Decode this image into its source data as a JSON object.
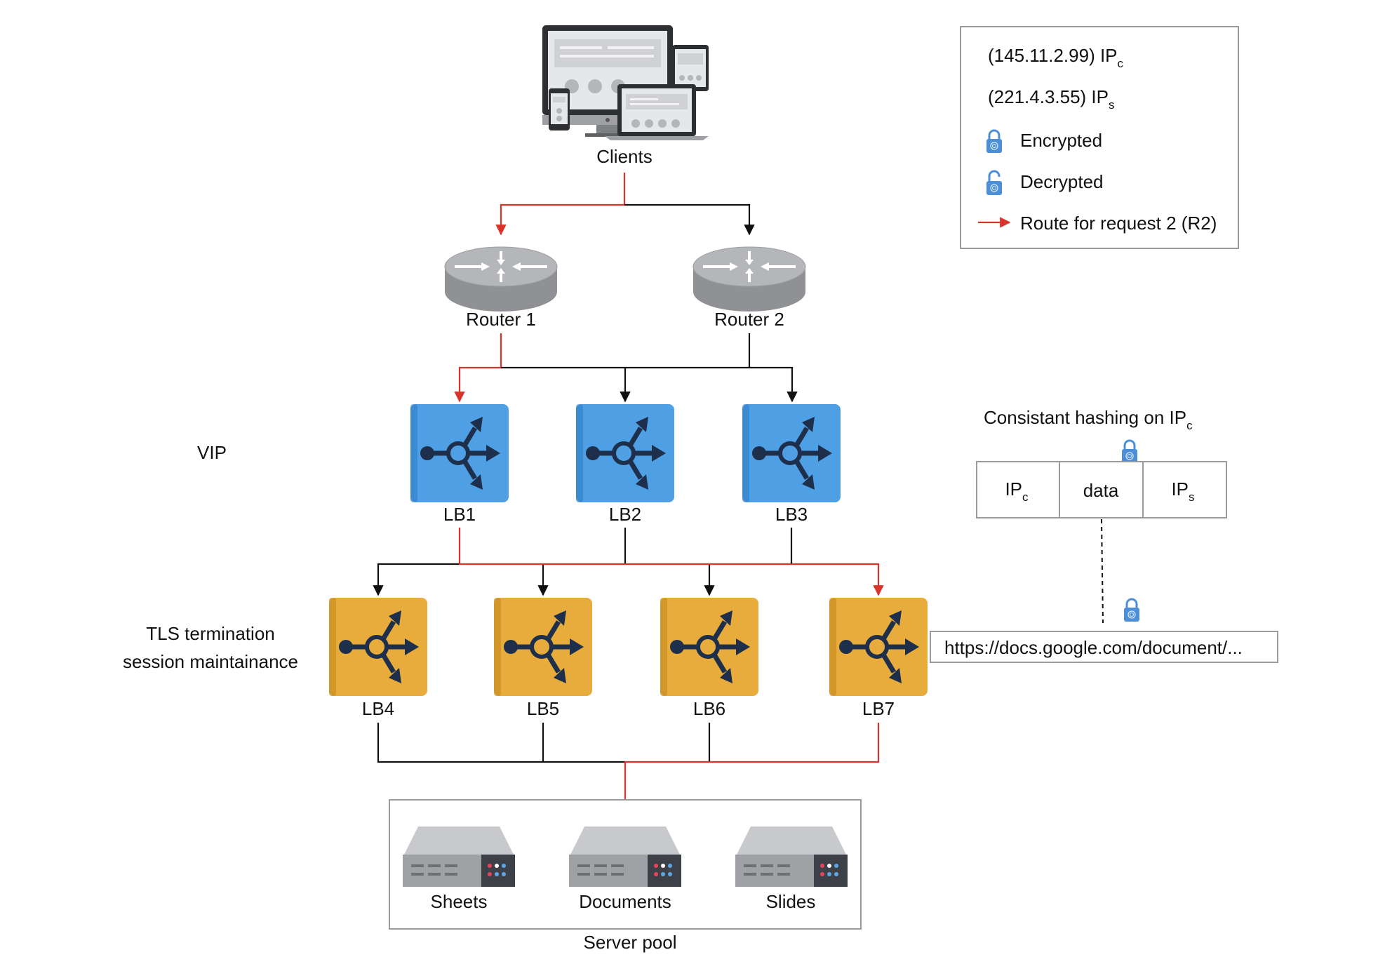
{
  "legend": {
    "ip_client_text": "(145.11.2.99) IP",
    "ip_client_sub": "c",
    "ip_server_text": "(221.4.3.55) IP",
    "ip_server_sub": "s",
    "encrypted": "Encrypted",
    "decrypted": "Decrypted",
    "route": "Route for request 2 (R2)"
  },
  "nodes": {
    "clients": "Clients",
    "router1": "Router 1",
    "router2": "Router 2",
    "lb1": "LB1",
    "lb2": "LB2",
    "lb3": "LB3",
    "lb4": "LB4",
    "lb5": "LB5",
    "lb6": "LB6",
    "lb7": "LB7",
    "sheets": "Sheets",
    "documents": "Documents",
    "slides": "Slides",
    "server_pool": "Server pool"
  },
  "side_labels": {
    "vip": "VIP",
    "tls_line1": "TLS termination",
    "tls_line2": "session maintainance"
  },
  "hashing": {
    "title_text": "Consistant hashing on IP",
    "title_sub": "c",
    "cell1_text": "IP",
    "cell1_sub": "c",
    "cell2_text": "data",
    "cell3_text": "IP",
    "cell3_sub": "s",
    "url": "https://docs.google.com/document/..."
  },
  "colors": {
    "route_red": "#d9342b",
    "wire_black": "#111111",
    "vip_lb_blue": "#4f9fe4",
    "tls_lb_orange": "#e8ac3c",
    "lock_blue": "#4c8fd6",
    "router_gray": "#a9abae",
    "server_gray": "#b6b8bb"
  },
  "icons": {
    "clients": "devices-icon",
    "router": "router-icon",
    "load_balancer": "load-balancer-icon",
    "server": "server-icon",
    "lock_closed": "lock-icon",
    "lock_open": "unlock-icon"
  }
}
